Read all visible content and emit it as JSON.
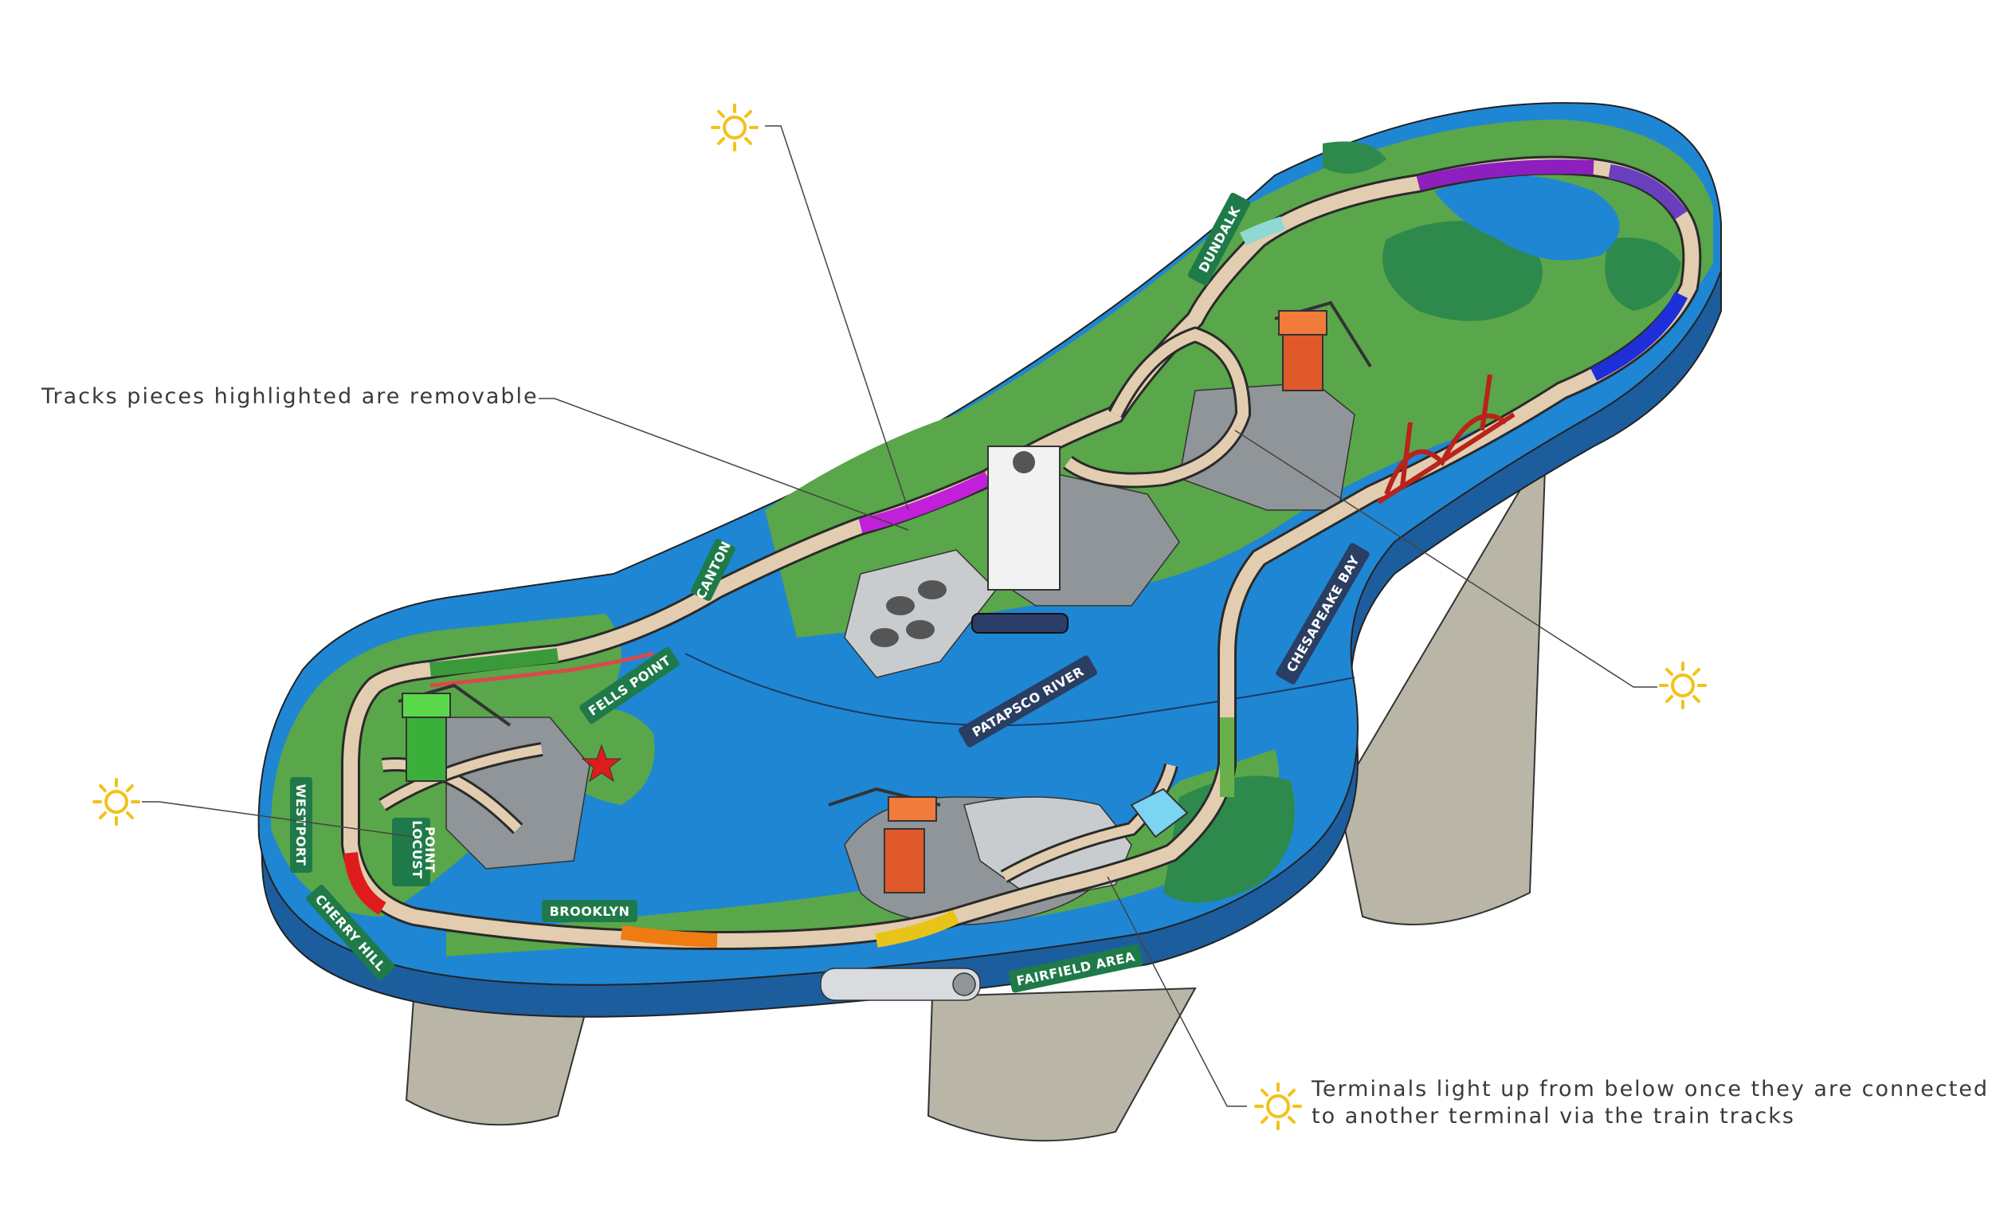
{
  "callouts": {
    "removable": "Tracks pieces highlighted are removable",
    "terminals_line1": "Terminals light up from below once they are connected",
    "terminals_line2": "to another terminal via the train tracks"
  },
  "labels": {
    "dundalk": "DUNDALK",
    "canton": "CANTON",
    "fells_point": "FELLS POINT",
    "patapsco_river": "PATAPSCO RIVER",
    "chesapeake_bay": "CHESAPEAKE BAY",
    "westport": "WESTPORT",
    "locust_point_1": "LOCUST",
    "locust_point_2": "POINT",
    "cherry_hill": "CHERRY HILL",
    "brooklyn": "BROOKLYN",
    "fairfield_area": "FAIRFIELD AREA"
  },
  "icons": [
    "sun-icon",
    "sun-icon",
    "sun-icon",
    "sun-icon"
  ],
  "colors": {
    "water": "#1f86d4",
    "land": "#5aa64a",
    "land_dark": "#2e8a4c",
    "table_edge": "#1c5d9e",
    "track": "#e2cdb0",
    "pier": "#9aa0a3",
    "label_bg": "#1f7a4a",
    "label_bg_water": "#2a3e62",
    "sun": "#f2c21b",
    "leg": "#b9b6a8"
  }
}
